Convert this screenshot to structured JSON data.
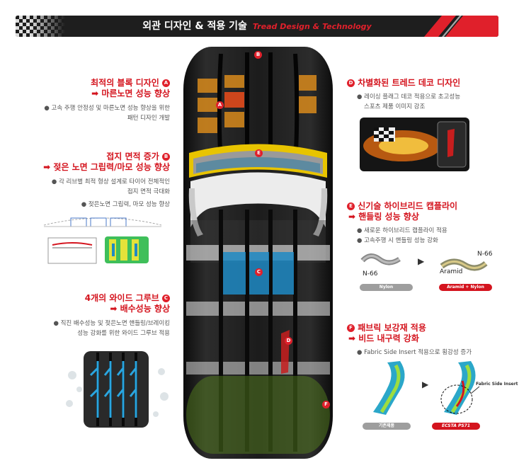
{
  "header": {
    "title_ko": "외관 디자인 & 적용 기술",
    "title_en": "Tread Design & Technology"
  },
  "badges": {
    "a": "A",
    "b": "B",
    "c": "C",
    "d": "D",
    "e": "E",
    "f": "F"
  },
  "section_a": {
    "title1": "최적의 블록 디자인",
    "title2": "마른노면 성능 향상",
    "desc": [
      "고속 주행 안정성 및 마른노면 성능 향상을 위한",
      "패턴 디자인 개발"
    ]
  },
  "section_b": {
    "title1": "접지 면적 증가",
    "title2": "젖은 노면 그립력/마모 성능 향상",
    "desc": [
      "각 리브별 최적 형상 설계로 타이어 전체적인",
      "접지 면적 극대화",
      "젖은노면 그립력, 마모 성능 향상"
    ]
  },
  "section_c": {
    "title1": "4개의 와이드 그루브",
    "title2": "배수성능 향상",
    "desc": [
      "직진 배수성능 및 젖은노면 핸들링/브레이킹",
      "성능 강화를 위한 와이드 그루브 적용"
    ]
  },
  "section_d": {
    "title": "차별화된 트레드 데코 디자인",
    "desc": [
      "레이싱 플래그 데코 적용으로 초고성능",
      "스포츠 제품 이미지 강조"
    ]
  },
  "section_e": {
    "title1": "신기술 하이브리드 캡플라이",
    "title2": "핸들링 성능 향상",
    "desc": [
      "새로운 하이브리드 캡플라이 적용",
      "고속주행 시 핸들링 성능 강화"
    ],
    "label_n66_left": "N-66",
    "label_n66_right": "N-66",
    "label_aramid": "Aramid",
    "pill_left": "Nylon",
    "pill_right": "Aramid + Nylon"
  },
  "section_f": {
    "title1": "패브릭 보강재 적용",
    "title2": "비드 내구력 강화",
    "desc": [
      "Fabric Side Insert 적용으로 횡강성 증가"
    ],
    "label_fsi": "Fabric Side Insert",
    "pill_left": "기존제품",
    "pill_right": "ECSTA PS71"
  },
  "colors": {
    "accent": "#e0202b",
    "dark": "#1e1e1e"
  }
}
